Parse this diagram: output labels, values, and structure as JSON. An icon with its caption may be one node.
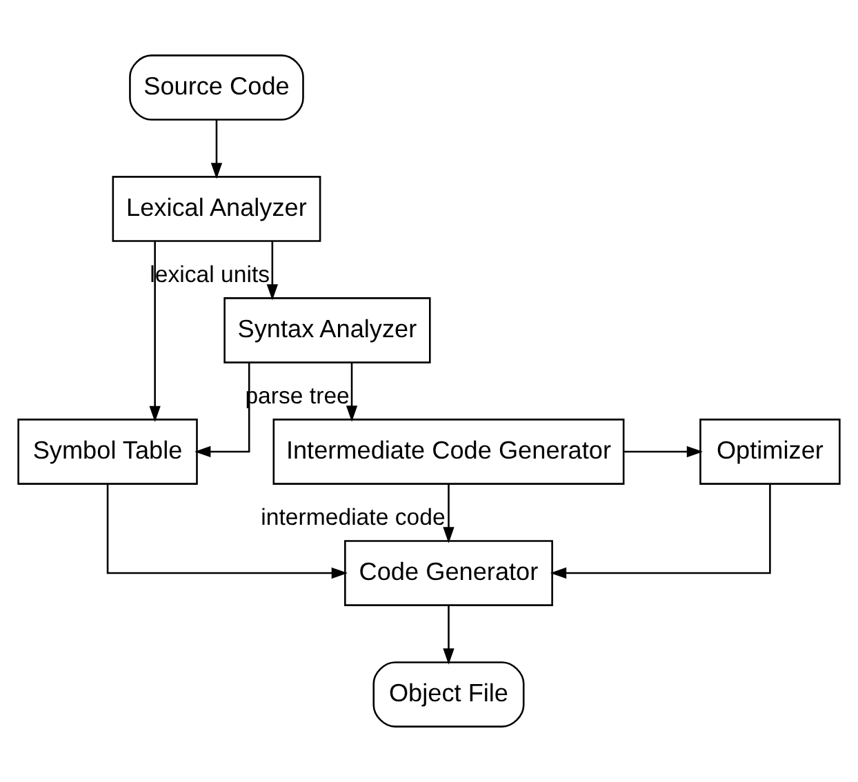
{
  "diagram": {
    "nodes": [
      {
        "text": [
          "Source Code"
        ]
      },
      {
        "text": [
          "Lexical Analyzer"
        ]
      },
      {
        "text": [
          "Syntax Analyzer"
        ]
      },
      {
        "text": [
          "Symbol Table"
        ]
      },
      {
        "text": [
          "Intermediate Code Generator"
        ]
      },
      {
        "text": [
          "Optimizer"
        ]
      },
      {
        "text": [
          "Code Generator"
        ]
      },
      {
        "text": [
          "Object File"
        ]
      }
    ],
    "edges": [
      {
        "from": 0,
        "to": 1,
        "arrow": "to"
      },
      {
        "from": 1,
        "to": 2,
        "arrow": "to",
        "label": "lexical units"
      },
      {
        "from": 1,
        "to": 3,
        "arrow": "to"
      },
      {
        "from": 2,
        "to": 3,
        "arrow": "to"
      },
      {
        "from": 2,
        "to": 4,
        "arrow": "to",
        "label": "parse tree"
      },
      {
        "from": 4,
        "to": 5,
        "arrow": "to"
      },
      {
        "from": 4,
        "to": 6,
        "arrow": "to",
        "label": "intermediate code"
      },
      {
        "from": 5,
        "to": 6,
        "arrow": "to"
      },
      {
        "from": 3,
        "to": 6,
        "arrow": "to"
      },
      {
        "from": 6,
        "to": 7,
        "arrow": "to"
      }
    ]
  }
}
